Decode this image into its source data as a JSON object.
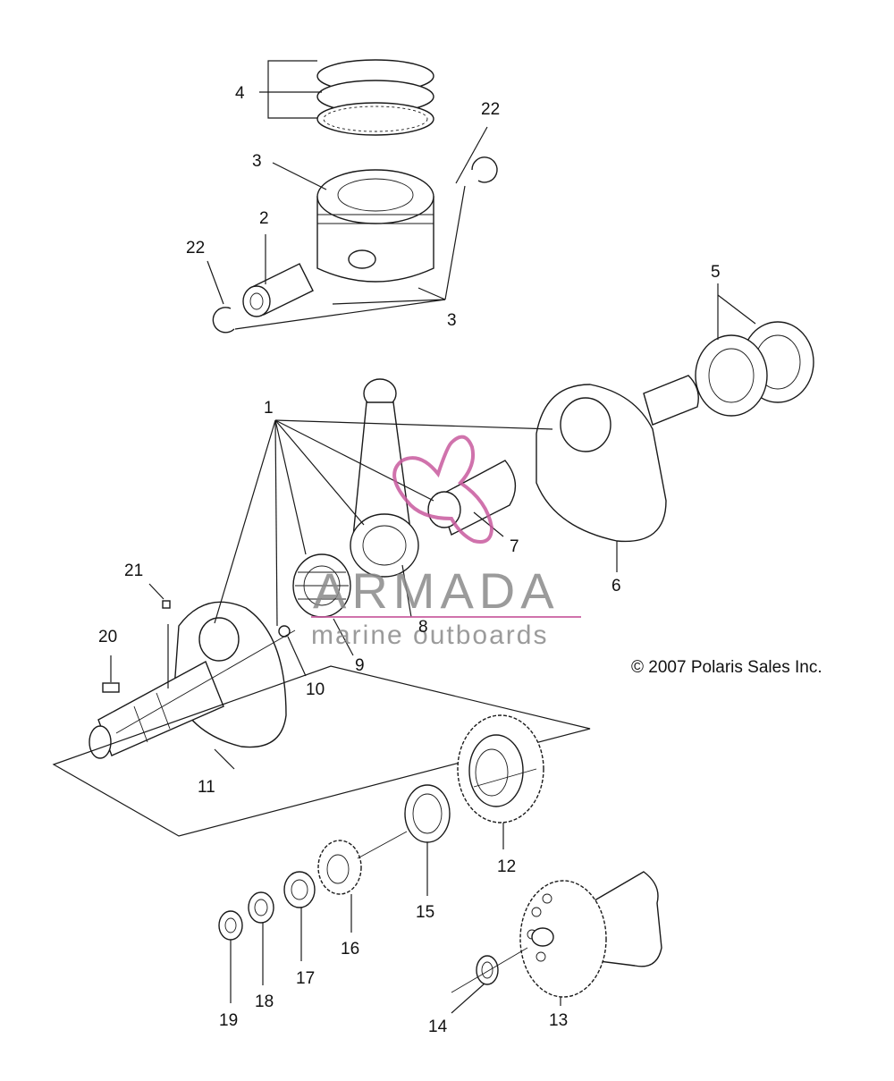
{
  "callouts": [
    "1",
    "2",
    "3",
    "3",
    "4",
    "5",
    "6",
    "7",
    "8",
    "9",
    "10",
    "11",
    "12",
    "13",
    "14",
    "15",
    "16",
    "17",
    "18",
    "19",
    "20",
    "21",
    "22",
    "22"
  ],
  "copyright": "© 2007 Polaris Sales Inc.",
  "watermark": {
    "brand": "ARMADA",
    "tagline": "marine outboards",
    "color": "#c85a9e"
  }
}
